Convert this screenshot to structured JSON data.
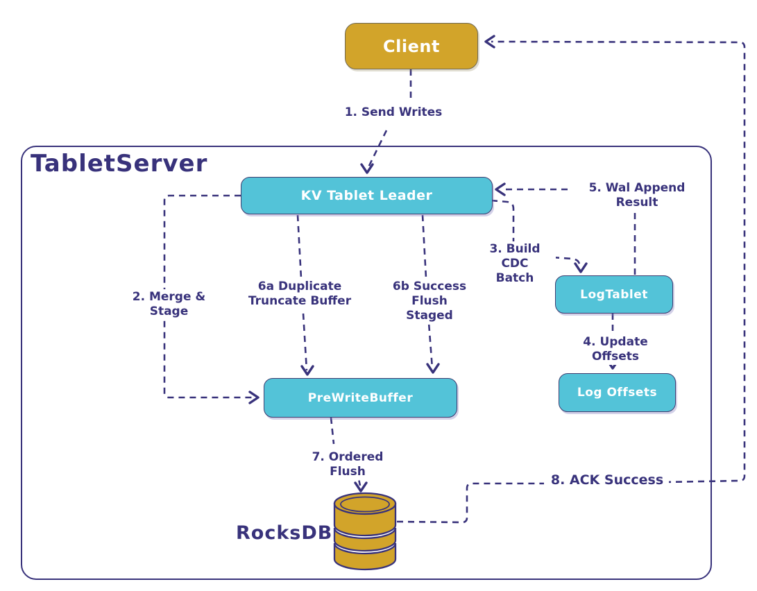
{
  "title": "TabletServer",
  "colors": {
    "ink": "#38327b",
    "node_fill_cyan": "#53c3d8",
    "node_fill_gold": "#d2a42a",
    "node_text": "#ffffff",
    "background": "#ffffff"
  },
  "nodes": {
    "client": {
      "label": "Client"
    },
    "kv_tablet_leader": {
      "label": "KV Tablet Leader"
    },
    "log_tablet": {
      "label": "LogTablet"
    },
    "log_offsets": {
      "label": "Log Offsets"
    },
    "prewrite_buffer": {
      "label": "PreWriteBuffer"
    },
    "rocksdb": {
      "label": "RocksDB"
    }
  },
  "edges": {
    "e1": {
      "label": "1. Send Writes",
      "from": "Client",
      "to": "KV Tablet Leader"
    },
    "e2": {
      "label": "2. Merge & Stage",
      "from": "KV Tablet Leader",
      "to": "PreWriteBuffer"
    },
    "e3": {
      "lines": [
        "3. Build CDC",
        "Batch"
      ],
      "from": "KV Tablet Leader",
      "to": "LogTablet"
    },
    "e4": {
      "label": "4. Update Offsets",
      "from": "LogTablet",
      "to": "Log Offsets"
    },
    "e5": {
      "label": "5. Wal Append Result",
      "from": "LogTablet",
      "to": "KV Tablet Leader"
    },
    "e6a": {
      "lines": [
        "6a Duplicate",
        "Truncate Buffer"
      ],
      "from": "KV Tablet Leader",
      "to": "PreWriteBuffer"
    },
    "e6b": {
      "lines": [
        "6b Success Flush",
        "Staged"
      ],
      "from": "KV Tablet Leader",
      "to": "PreWriteBuffer"
    },
    "e7": {
      "label": "7. Ordered Flush",
      "from": "PreWriteBuffer",
      "to": "RocksDB"
    },
    "e8": {
      "label": "8. ACK Success",
      "from": "RocksDB",
      "to": "Client"
    }
  }
}
